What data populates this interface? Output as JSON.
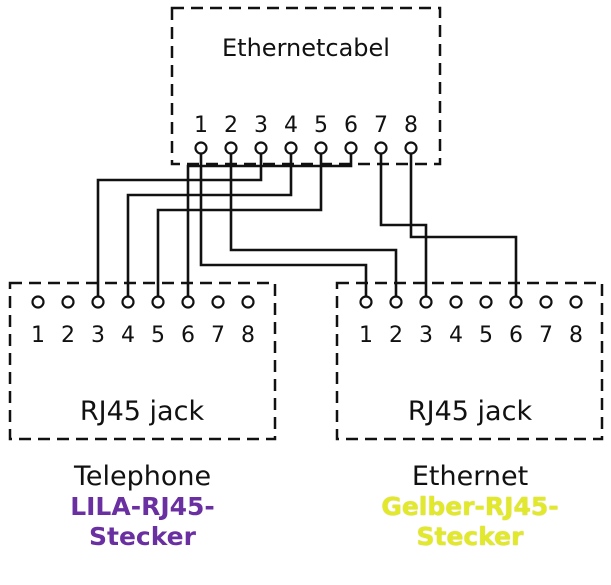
{
  "cable": {
    "title": "Ethernetcabel",
    "pins": [
      "1",
      "2",
      "3",
      "4",
      "5",
      "6",
      "7",
      "8"
    ]
  },
  "left_jack": {
    "label": "RJ45 jack",
    "pins": [
      "1",
      "2",
      "3",
      "4",
      "5",
      "6",
      "7",
      "8"
    ],
    "caption": "Telephone",
    "plug": "LILA-RJ45-\nStecker",
    "plug_color": "#6a2fa0"
  },
  "right_jack": {
    "label": "RJ45 jack",
    "pins": [
      "1",
      "2",
      "3",
      "4",
      "5",
      "6",
      "7",
      "8"
    ],
    "caption": "Ethernet",
    "plug": "Gelber-RJ45-\nStecker",
    "plug_color": "#e2e82a"
  },
  "connections": [
    {
      "from": "cable.1",
      "to": "right_jack.1"
    },
    {
      "from": "cable.2",
      "to": "right_jack.2"
    },
    {
      "from": "cable.3",
      "to": "left_jack.3"
    },
    {
      "from": "cable.4",
      "to": "left_jack.4"
    },
    {
      "from": "cable.5",
      "to": "left_jack.5"
    },
    {
      "from": "cable.6",
      "to": "left_jack.6"
    },
    {
      "from": "cable.7",
      "to": "right_jack.3"
    },
    {
      "from": "cable.8",
      "to": "right_jack.6"
    }
  ]
}
